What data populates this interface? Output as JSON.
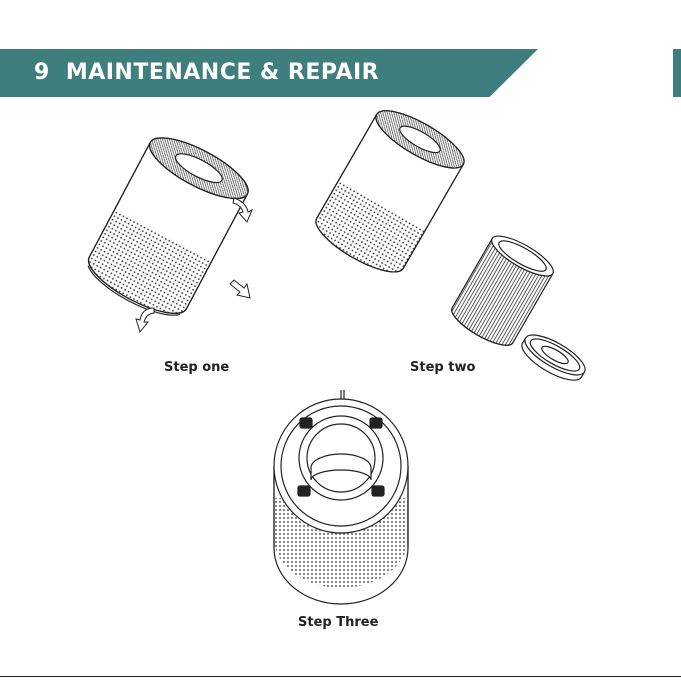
{
  "header": {
    "section_number": "9",
    "title": "MAINTENANCE & REPAIR",
    "color": "#3f7e7e"
  },
  "steps": [
    {
      "caption": "Step one"
    },
    {
      "caption": "Step two"
    },
    {
      "caption": "Step Three"
    }
  ]
}
